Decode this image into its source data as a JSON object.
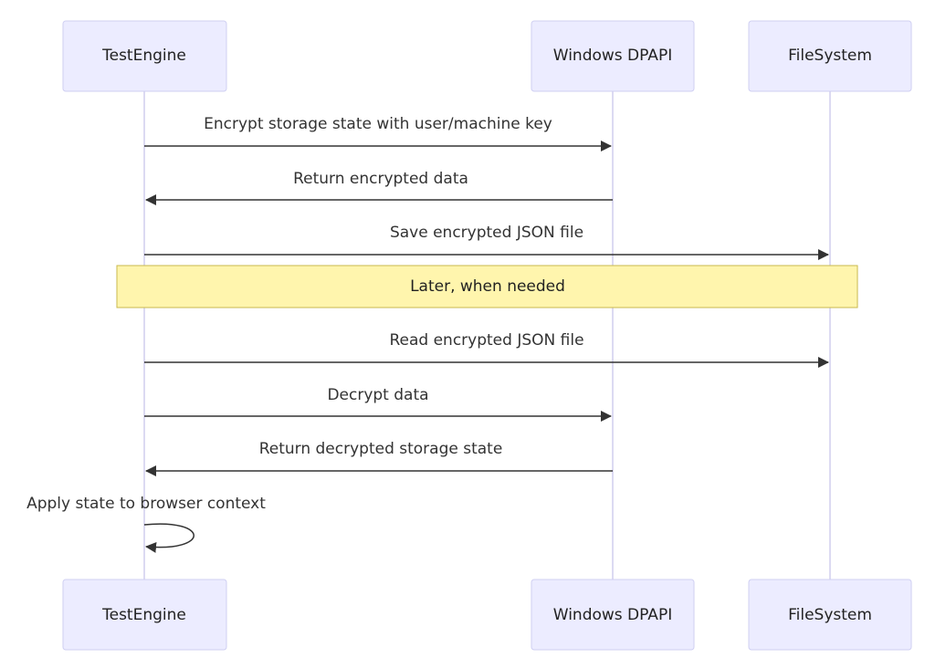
{
  "participants": [
    {
      "id": "testengine",
      "label": "TestEngine"
    },
    {
      "id": "dpapi",
      "label": "Windows DPAPI"
    },
    {
      "id": "filesystem",
      "label": "FileSystem"
    }
  ],
  "messages": [
    {
      "from": "testengine",
      "to": "dpapi",
      "text": "Encrypt storage state with user/machine key"
    },
    {
      "from": "dpapi",
      "to": "testengine",
      "text": "Return encrypted data"
    },
    {
      "from": "testengine",
      "to": "filesystem",
      "text": "Save encrypted JSON file"
    },
    {
      "note": "Later, when needed"
    },
    {
      "from": "testengine",
      "to": "filesystem",
      "text": "Read encrypted JSON file"
    },
    {
      "from": "testengine",
      "to": "dpapi",
      "text": "Decrypt data"
    },
    {
      "from": "dpapi",
      "to": "testengine",
      "text": "Return decrypted storage state"
    },
    {
      "from": "testengine",
      "to": "testengine",
      "text": "Apply state to browser context"
    }
  ]
}
